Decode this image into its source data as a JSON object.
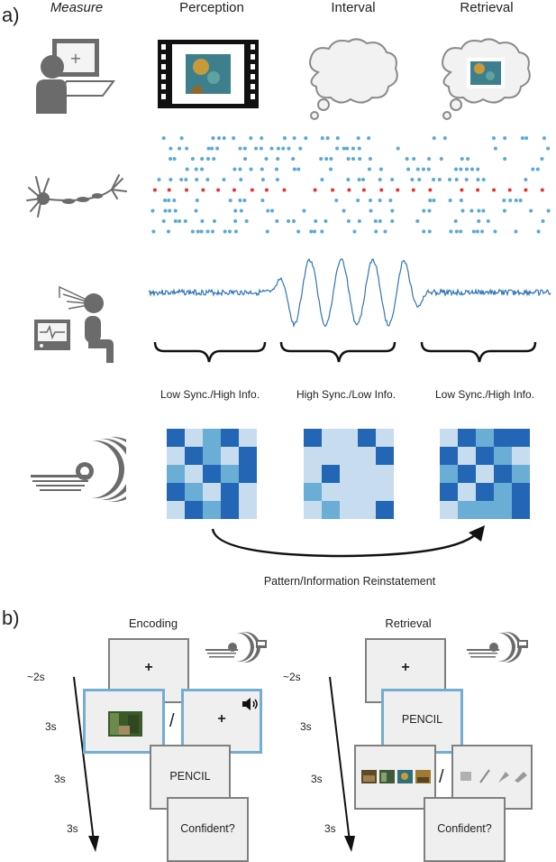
{
  "panel_a": {
    "label": "a)",
    "columns": {
      "measure": "Measure",
      "perception": "Perception",
      "interval": "Interval",
      "retrieval": "Retrieval"
    },
    "states": [
      "Low Sync./High Info.",
      "High Sync./Low Info.",
      "Low Sync./High Info."
    ],
    "reinstatement": "Pattern/Information Reinstatement",
    "colors": {
      "spike_blue": "#5aa9d6",
      "spike_red": "#e8322b",
      "trace": "#2e75b6",
      "icon_gray": "#6b6b6b"
    },
    "matrices": [
      [
        "#2266b5",
        "#c7dcef",
        "#6aaed6",
        "#2266b5",
        "#c7dcef",
        "#c7dcef",
        "#2266b5",
        "#6aaed6",
        "#c7dcef",
        "#2266b5",
        "#6aaed6",
        "#c7dcef",
        "#2266b5",
        "#6aaed6",
        "#2266b5",
        "#2266b5",
        "#6aaed6",
        "#c7dcef",
        "#2266b5",
        "#c7dcef",
        "#c7dcef",
        "#2266b5",
        "#6aaed6",
        "#2266b5",
        "#c7dcef"
      ],
      [
        "#2266b5",
        "#c7dcef",
        "#c7dcef",
        "#2266b5",
        "#c7dcef",
        "#c7dcef",
        "#c7dcef",
        "#c7dcef",
        "#c7dcef",
        "#2266b5",
        "#c7dcef",
        "#2266b5",
        "#c7dcef",
        "#c7dcef",
        "#c7dcef",
        "#6aaed6",
        "#c7dcef",
        "#c7dcef",
        "#c7dcef",
        "#c7dcef",
        "#c7dcef",
        "#6aaed6",
        "#c7dcef",
        "#c7dcef",
        "#2266b5"
      ],
      [
        "#c7dcef",
        "#2266b5",
        "#6aaed6",
        "#2266b5",
        "#2266b5",
        "#2266b5",
        "#c7dcef",
        "#2266b5",
        "#6aaed6",
        "#c7dcef",
        "#6aaed6",
        "#2266b5",
        "#c7dcef",
        "#2266b5",
        "#6aaed6",
        "#2266b5",
        "#c7dcef",
        "#2266b5",
        "#6aaed6",
        "#2266b5",
        "#c7dcef",
        "#6aaed6",
        "#6aaed6",
        "#6aaed6",
        "#2266b5"
      ]
    ]
  },
  "panel_b": {
    "label": "b)",
    "encoding": {
      "title": "Encoding",
      "times": [
        "~2s",
        "3s",
        "3s",
        "3s"
      ],
      "word": "PENCIL",
      "prompt": "Confident?",
      "fixation": "+",
      "divider": "/"
    },
    "retrieval": {
      "title": "Retrieval",
      "times": [
        "~2s",
        "3s",
        "3s",
        "3s"
      ],
      "word": "PENCIL",
      "prompt": "Confident?",
      "fixation": "+",
      "divider": "/"
    }
  }
}
